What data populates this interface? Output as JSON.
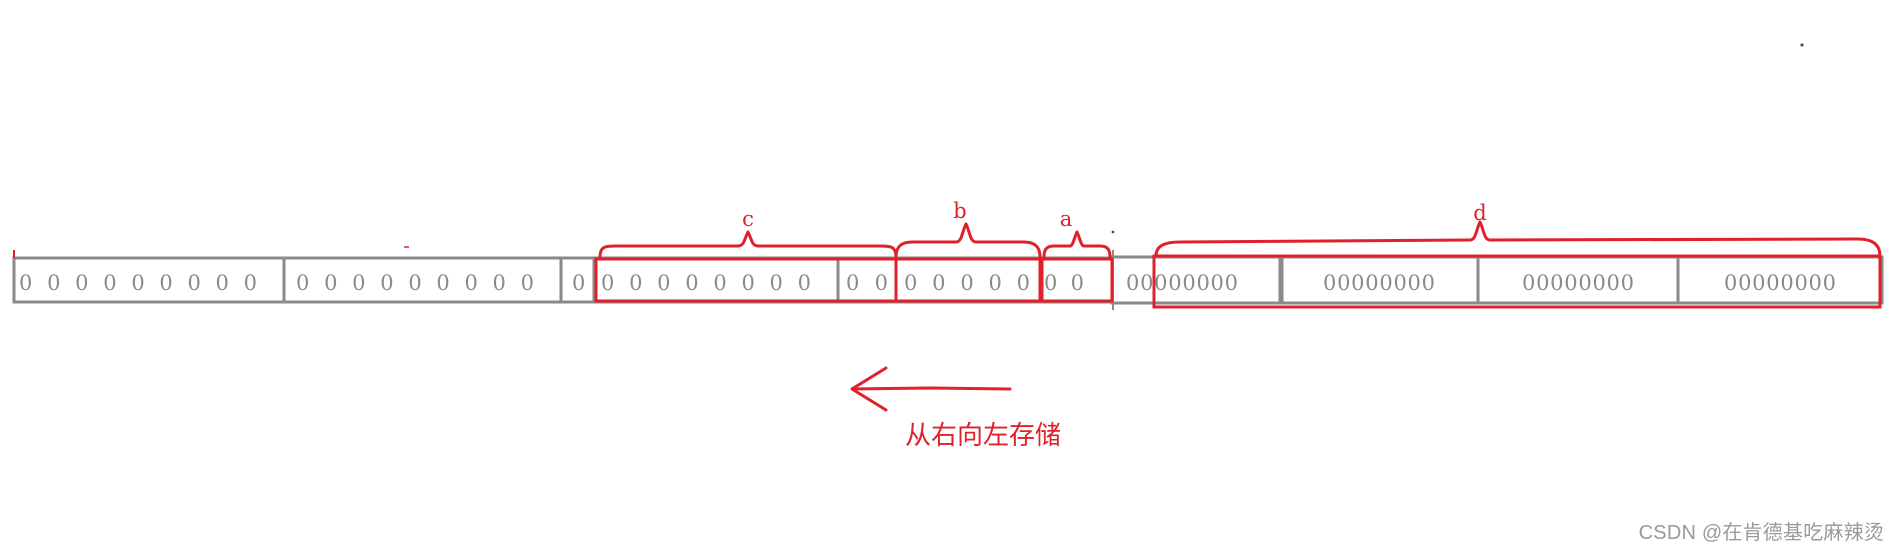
{
  "colors": {
    "cell_border": "#8a8a8a",
    "digit": "#8a8a8a",
    "highlight": "#e0202a",
    "watermark": "#9a9a9a"
  },
  "cells": [
    {
      "text": "0 0 0 0 0 0 0 0 0"
    },
    {
      "text": "0 0 0 0 0 0 0 0 0"
    },
    {
      "text": "0"
    },
    {
      "text": "0 0 0 0 0 0 0 0"
    },
    {
      "text": "0 0"
    },
    {
      "text": "0 0 0 0 0"
    },
    {
      "text": "0 0"
    },
    {
      "text": "00000000"
    },
    {
      "text": "00000000"
    },
    {
      "text": "00000000"
    },
    {
      "text": "00000000"
    }
  ],
  "groups": [
    {
      "label": "c"
    },
    {
      "label": "b"
    },
    {
      "label": "a"
    },
    {
      "label": "d"
    }
  ],
  "caption": "从右向左存储",
  "watermark": "CSDN @在肯德基吃麻辣烫"
}
